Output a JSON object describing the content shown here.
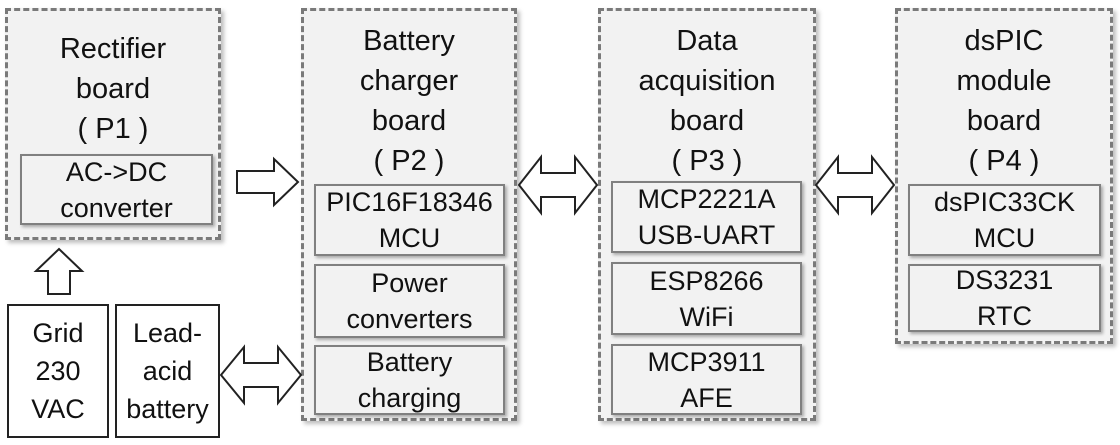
{
  "boards": {
    "p1": {
      "title": "Rectifier\nboard\n( P1 )",
      "modules": [
        "AC->DC\nconverter"
      ]
    },
    "p2": {
      "title": "Battery\ncharger\nboard\n( P2 )",
      "modules": [
        "PIC16F18346\nMCU",
        "Power\nconverters",
        "Battery\ncharging"
      ]
    },
    "p3": {
      "title": "Data\nacquisition\nboard\n( P3 )",
      "modules": [
        "MCP2221A\nUSB-UART",
        "ESP8266\nWiFi",
        "MCP3911\nAFE"
      ]
    },
    "p4": {
      "title": "dsPIC\nmodule\nboard\n( P4 )",
      "modules": [
        "dsPIC33CK\nMCU",
        "DS3231\nRTC"
      ]
    }
  },
  "external": {
    "grid": "Grid\n230\nVAC",
    "battery": "Lead-\nacid\nbattery"
  }
}
